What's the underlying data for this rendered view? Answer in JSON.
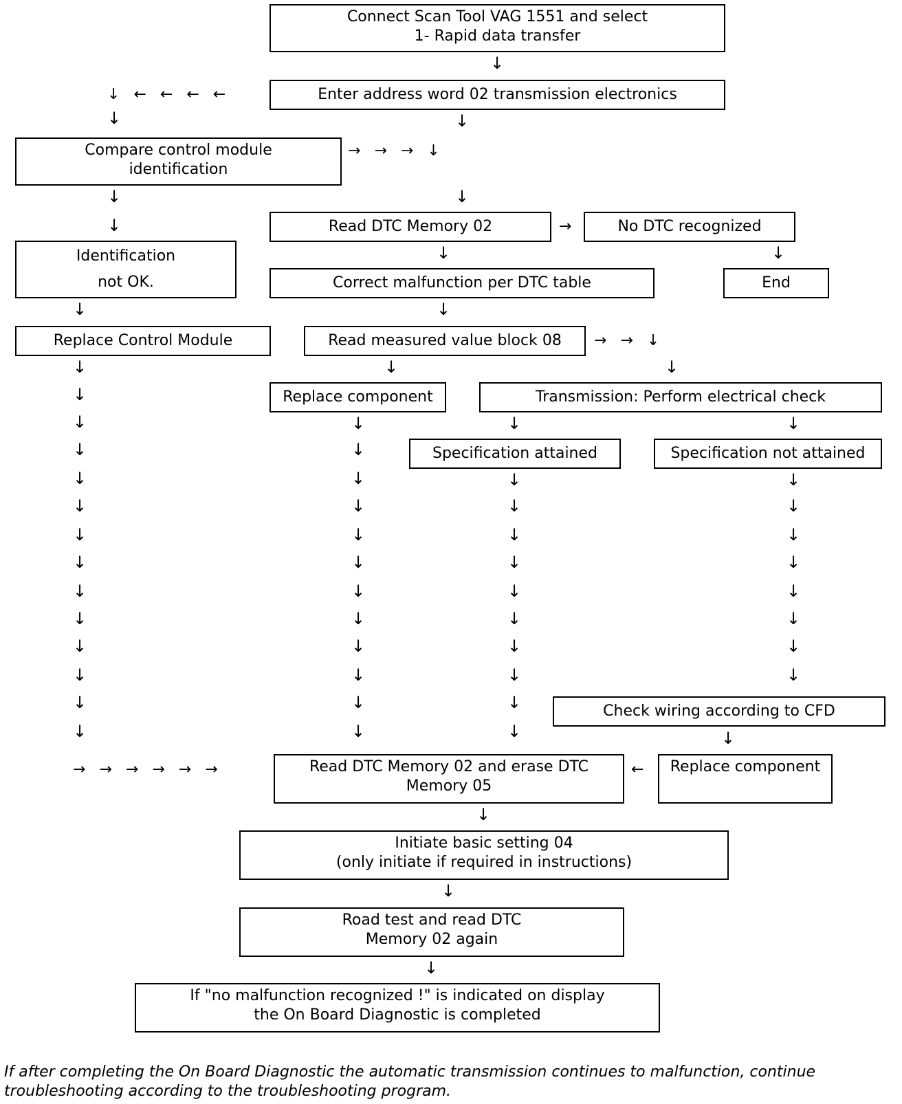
{
  "boxes": {
    "connect": [
      "Connect Scan Tool VAG 1551 and select",
      "1- Rapid data transfer"
    ],
    "address": "Enter address word 02 transmission electronics",
    "compare": [
      "Compare control module",
      "identification"
    ],
    "read_dtc": "Read DTC Memory 02",
    "no_dtc": "No DTC recognized",
    "ident_not_ok": [
      "Identification",
      "not OK."
    ],
    "correct": "Correct malfunction per DTC table",
    "end": "End",
    "replace_cm": "Replace Control Module",
    "read_mvb": "Read measured value block 08",
    "replace_comp_1": "Replace component",
    "trans_check": "Transmission: Perform electrical check",
    "spec_attained": "Specification attained",
    "spec_not_attained": "Specification not attained",
    "check_wiring": "Check wiring according to CFD",
    "read_erase": [
      "Read DTC Memory 02 and erase DTC",
      "Memory 05"
    ],
    "replace_comp_2": "Replace component",
    "basic_setting": [
      "Initiate basic setting 04",
      "(only initiate if required in instructions)"
    ],
    "road_test": [
      "Road test and read DTC",
      "Memory 02 again"
    ],
    "final": [
      "If \"no malfunction recognized !\" is indicated on display",
      "the On Board Diagnostic is completed"
    ]
  },
  "footnote": "If after completing the On Board Diagnostic the automatic transmission continues to malfunction, continue troubleshooting according to the troubleshooting program.",
  "arrows": {
    "down": "↓",
    "right": "→",
    "left": "←"
  }
}
